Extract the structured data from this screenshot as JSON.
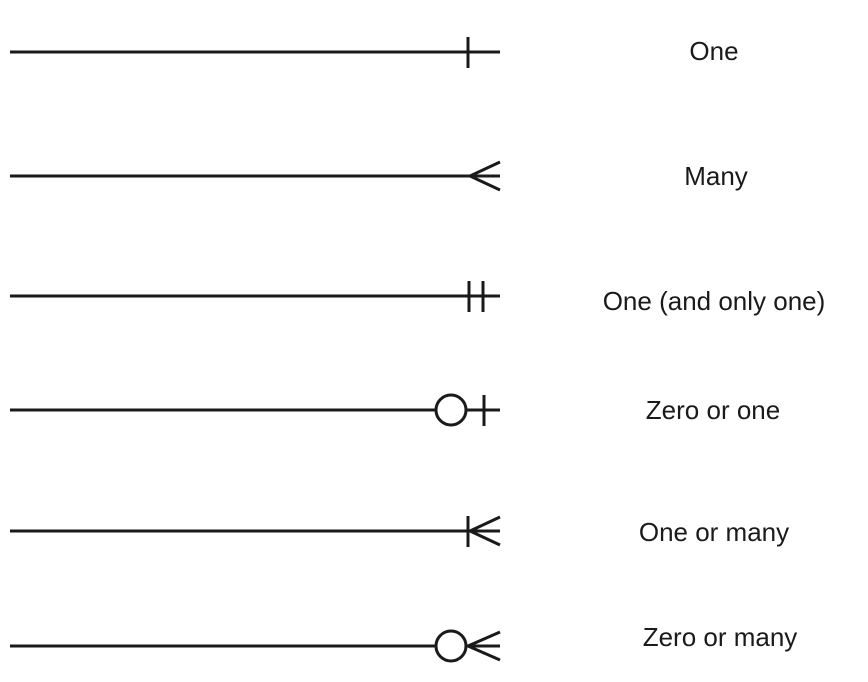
{
  "rows": [
    {
      "label": "One",
      "symbol": "one"
    },
    {
      "label": "Many",
      "symbol": "many"
    },
    {
      "label": "One (and only one)",
      "symbol": "one-and-only-one"
    },
    {
      "label": "Zero or one",
      "symbol": "zero-or-one"
    },
    {
      "label": "One or many",
      "symbol": "one-or-many"
    },
    {
      "label": "Zero or many",
      "symbol": "zero-or-many"
    }
  ],
  "colors": {
    "ink": "#1a1a1a",
    "background": "#ffffff"
  }
}
